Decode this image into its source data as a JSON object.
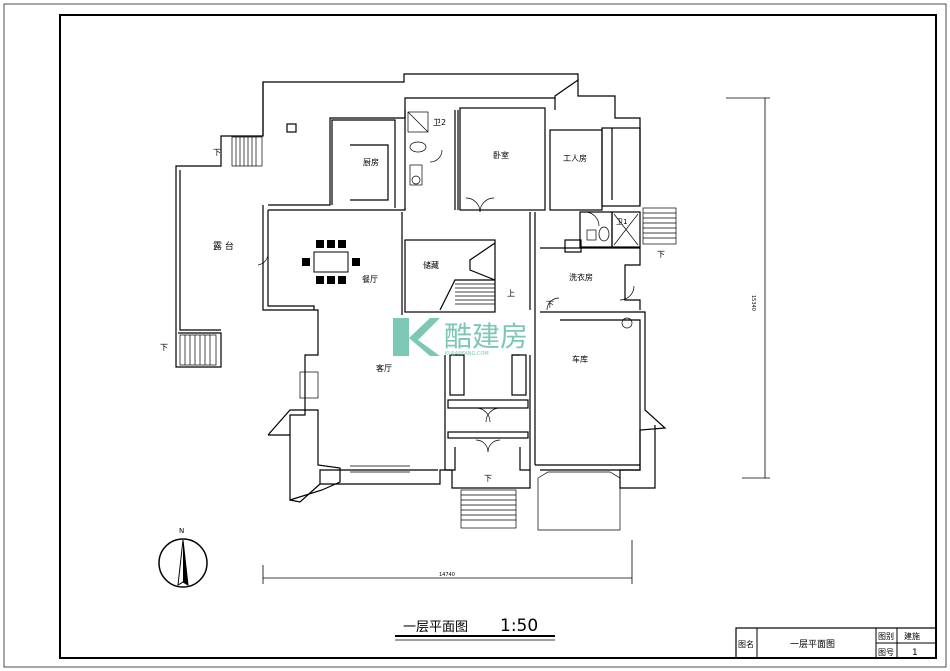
{
  "rooms": {
    "terrace": "露 台",
    "kitchen": "厨房",
    "wc2": "卫2",
    "bedroom": "卧室",
    "servant": "工人房",
    "wc1": "卫1",
    "dining": "餐厅",
    "storage": "储藏",
    "laundry": "洗衣房",
    "living": "客厅",
    "garage": "车库"
  },
  "marks": {
    "down": "下",
    "up": "上",
    "north": "N"
  },
  "dimensions": {
    "width": "14740",
    "height": "15340"
  },
  "caption": {
    "title": "一层平面图",
    "scale": "1:50"
  },
  "title_block": {
    "name_label": "图名",
    "name_value": "一层平面图",
    "category_label": "图别",
    "category_value": "建施",
    "number_label": "图号",
    "number_value": "1"
  },
  "watermark": {
    "text": "酷建房",
    "url": "KUJIANFANG.COM"
  }
}
